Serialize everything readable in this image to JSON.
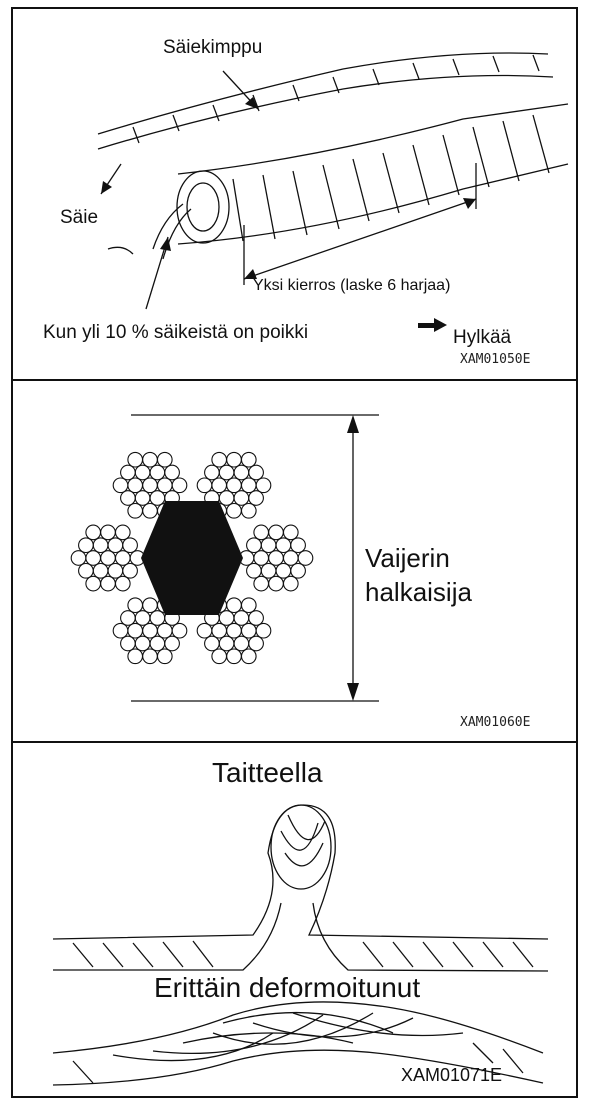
{
  "panels": [
    {
      "labels": {
        "strand_bundle": "Säiekimppu",
        "wire": "Säie",
        "one_lay": "Yksi kierros (laske 6 harjaa)",
        "broken_wires": "Kun yli 10 % säikeistä on poikki",
        "discard": "Hylkää"
      },
      "code": "XAM01050E"
    },
    {
      "labels": {
        "diameter_line1": "Vaijerin",
        "diameter_line2": "halkaisija"
      },
      "code": "XAM01060E"
    },
    {
      "labels": {
        "kinked": "Taitteella",
        "deformed": "Erittäin deformoitunut"
      },
      "code": "XAM01071E"
    }
  ],
  "colors": {
    "ink": "#111111",
    "background": "#ffffff"
  },
  "icons": [
    "arrow-right-icon"
  ]
}
